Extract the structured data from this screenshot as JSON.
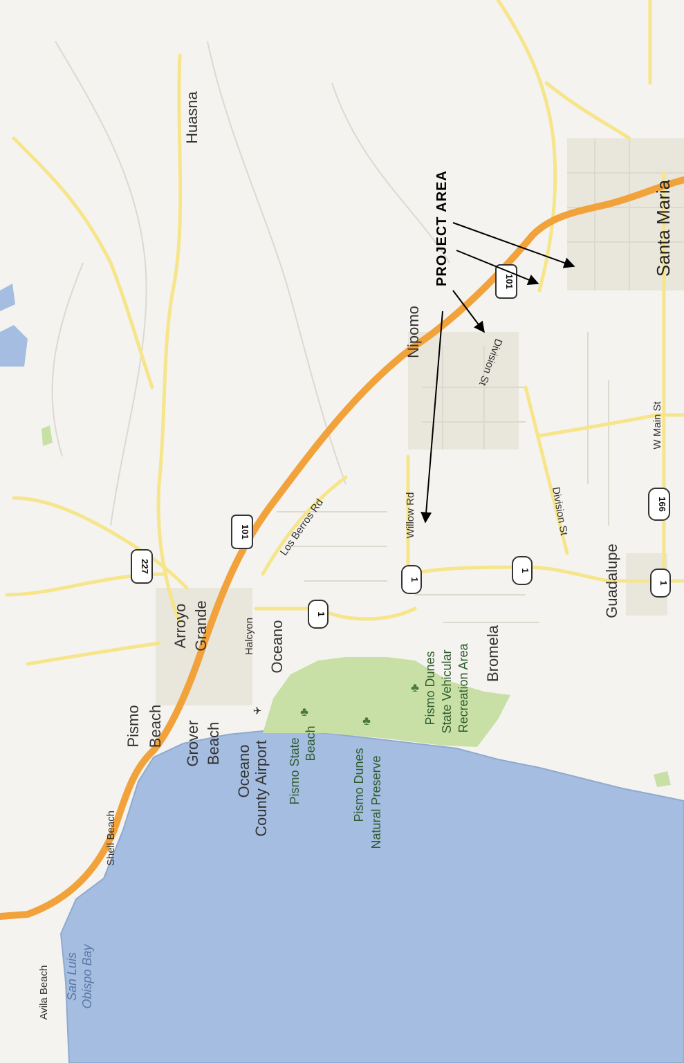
{
  "colors": {
    "land": "#f4f3ef",
    "water": "#a4bde0",
    "water_edge": "#8fa9d0",
    "park": "#c8e0a6",
    "highway": "#f2a23b",
    "road": "#f6e58a",
    "road_edge": "#e2cd66",
    "minor_road": "#dcd9cf",
    "urban": "#e9e6dc",
    "arrow": "#000000"
  },
  "places": {
    "huasna": "Huasna",
    "nipomo": "Nipomo",
    "santa_maria": "Santa Maria",
    "arroyo": "Arroyo",
    "grande": "Grande",
    "pismo": "Pismo",
    "beach": "Beach",
    "grover": "Grover",
    "grover_beach": "Beach",
    "halcyon": "Halcyon",
    "oceano": "Oceano",
    "guadalupe": "Guadalupe",
    "bromela": "Bromela",
    "shell_beach": "Shell Beach",
    "avila_beach": "Avila Beach"
  },
  "parks": {
    "pismo_state_1": "Pismo State",
    "pismo_state_2": "Beach",
    "dunes_preserve_1": "Pismo Dunes",
    "dunes_preserve_2": "Natural Preserve",
    "svra_1": "Pismo Dunes",
    "svra_2": "State Vehicular",
    "svra_3": "Recreation Area"
  },
  "airport": {
    "line1": "Oceano",
    "line2": "County Airport"
  },
  "water": {
    "bay_1": "San Luis",
    "bay_2": "Obispo Bay"
  },
  "roads": {
    "los_berros": "Los Berros Rd",
    "willow": "Willow Rd",
    "division_1": "Division St",
    "division_2": "Division St",
    "w_main": "W Main St"
  },
  "shields": {
    "us101_a": "101",
    "us101_b": "101",
    "ca227": "227",
    "ca1_a": "1",
    "ca1_b": "1",
    "ca1_c": "1",
    "ca1_d": "1",
    "ca166": "166"
  },
  "annotation": {
    "project_area": "PROJECT AREA"
  }
}
